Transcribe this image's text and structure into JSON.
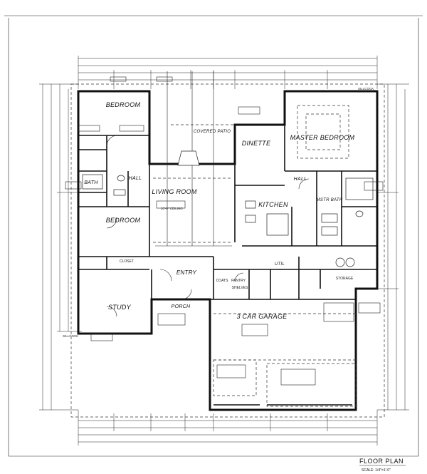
{
  "rooms": {
    "bedroom_top": "BEDROOM",
    "covered_patio": "COVERED PATIO",
    "dinette": "DINETTE",
    "master_bedroom": "MASTER BEDROOM",
    "living_room": "LIVING ROOM",
    "bath": "BATH",
    "hall_left": "HALL",
    "hall_right": "HALL",
    "kitchen": "KITCHEN",
    "master_bath": "MSTR BATH",
    "bedroom_mid": "BEDROOM",
    "closet": "CLOSET",
    "entry": "ENTRY",
    "study": "STUDY",
    "porch": "PORCH",
    "garage": "3 CAR GARAGE",
    "utility": "UTIL",
    "pantry": "PANTRY",
    "coats": "COATS",
    "shelves": "SHELVES",
    "storage": "STORAGE"
  },
  "notes": {
    "sillcock_right": "SILLCOCK",
    "sillcock_left": "SILLCOCK",
    "plate_height": "10'-0\" CEILING"
  },
  "footer": {
    "title": "FLOOR PLAN",
    "scale": "SCALE: 1/4\"=1'-0\""
  }
}
